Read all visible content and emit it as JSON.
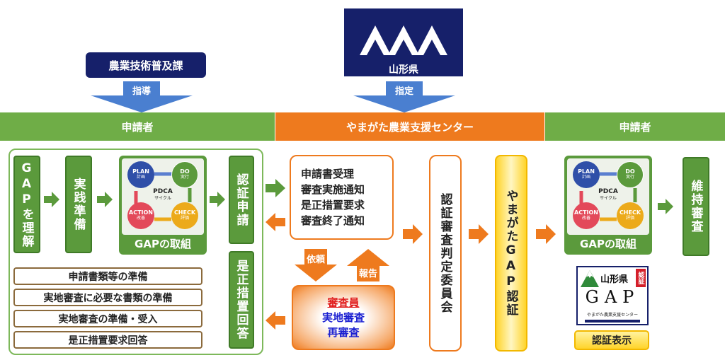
{
  "top": {
    "dept_label": "農業技術普及課",
    "guidance_label": "指導",
    "logo_caption": "山形県",
    "designation_label": "指定"
  },
  "bands": {
    "left": "申請者",
    "center": "やまがた農業支援センター",
    "right": "申請者"
  },
  "applicant": {
    "step1": "GAPを理解",
    "step2": "実践準備",
    "cycle_caption": "GAPの取組",
    "apply": "認証申請",
    "correction_answer": "是正措置回答",
    "prep_items": [
      "申請書類等の準備",
      "実地審査に必要な書類の準備",
      "実地審査の準備・受入",
      "是正措置要求回答"
    ]
  },
  "pdca": {
    "center": "PDCA",
    "center_sub": "サイクル",
    "plan": "PLAN",
    "plan_sub": "計画",
    "do": "DO",
    "do_sub": "実行",
    "check": "CHECK",
    "check_sub": "評価",
    "action": "ACTION",
    "action_sub": "改善"
  },
  "center": {
    "tasks": [
      "申請書受理",
      "審査実施通知",
      "是正措置要求",
      "審査終了通知"
    ],
    "request_label": "依頼",
    "report_label": "報告",
    "auditor": "審査員",
    "audit_on_site": "実地審査",
    "re_audit": "再審査",
    "committee": "認証審査判定委員会",
    "certification": "やまがたGAP認証"
  },
  "right": {
    "cycle_caption": "GAPの取組",
    "maintain": "維持審査",
    "mark_pref": "山形県",
    "mark_cert": "認証",
    "mark_gap": "GAP",
    "mark_org": "やまがた農業支援センター",
    "display_label": "認証表示"
  },
  "colors": {
    "green": "#6fad47",
    "orange": "#ee7a1e",
    "navy": "#16206a",
    "blue_arrow": "#4a7fd0",
    "yellow": "#ffd42a"
  }
}
